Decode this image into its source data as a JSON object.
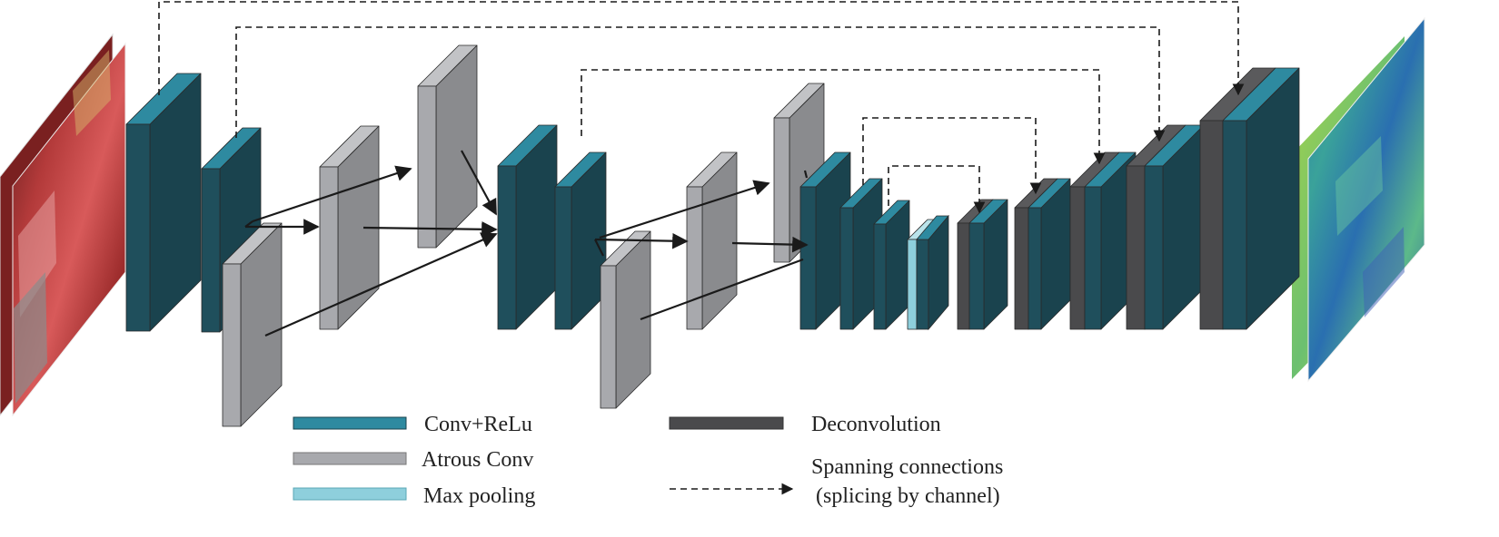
{
  "legend": {
    "conv_relu": "Conv+ReLu",
    "atrous_conv": "Atrous Conv",
    "max_pooling": "Max pooling",
    "deconvolution": "Deconvolution",
    "spanning_line1": "Spanning connections",
    "spanning_line2": "(splicing by channel)"
  },
  "colors": {
    "conv_front": "#1f4f5c",
    "conv_top": "#2e8aa0",
    "conv_side": "#1a434e",
    "atrous_front": "#a8a9ad",
    "atrous_top": "#c2c3c6",
    "atrous_side": "#8a8b8e",
    "maxpool": "#8ecfdc",
    "deconv": "#4a4a4c",
    "arrow": "#1a1a1a"
  }
}
